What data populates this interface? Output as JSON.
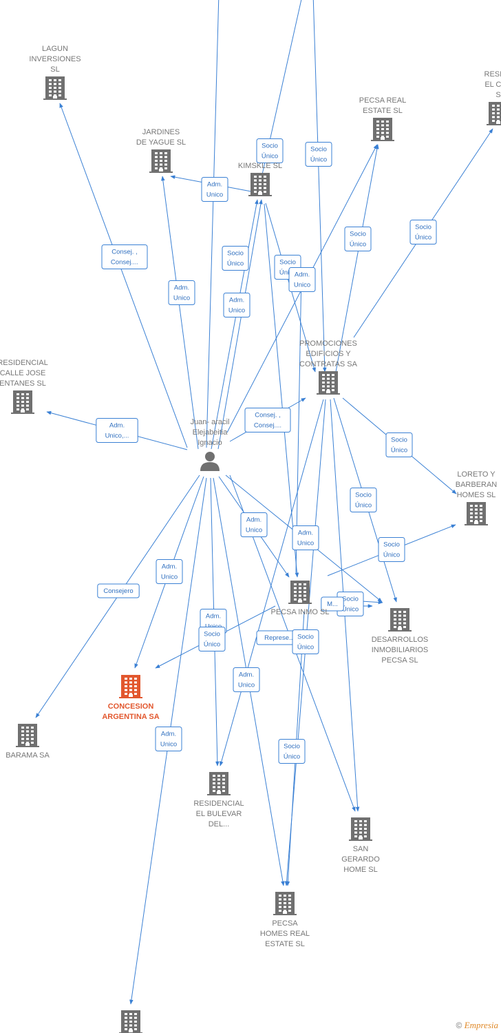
{
  "colors": {
    "edge": "#3a80d4",
    "node": "#707070",
    "focus": "#e2572e",
    "label": "#777777"
  },
  "footer": {
    "symbol": "©",
    "brand": "Empresia"
  },
  "nodes": [
    {
      "id": "lagun",
      "type": "building-icon",
      "lines": [
        "LAGUN",
        "INVERSIONES",
        "SL"
      ]
    },
    {
      "id": "jardines",
      "type": "building-icon",
      "lines": [
        "JARDINES",
        "DE YAGUE  SL"
      ]
    },
    {
      "id": "kimskle",
      "type": "building-icon",
      "lines": [
        "KIMSKLE  SL"
      ]
    },
    {
      "id": "pecsa_real",
      "type": "building-icon",
      "lines": [
        "PECSA REAL",
        "ESTATE  SL"
      ]
    },
    {
      "id": "resid_can",
      "type": "building-icon",
      "lines": [
        "RESIDE",
        "EL CAN",
        "S"
      ]
    },
    {
      "id": "resid_jose",
      "type": "building-icon",
      "lines": [
        "RESIDENCIAL",
        "CALLE JOSE",
        "ENTANES  SL"
      ]
    },
    {
      "id": "promociones",
      "type": "building-icon",
      "lines": [
        "PROMOCIONES",
        "EDIFICIOS Y",
        "CONTRATAS SA"
      ]
    },
    {
      "id": "person",
      "type": "person-icon",
      "lines": [
        "Juan- aracil",
        "Elejabeitia",
        "Ignacio"
      ]
    },
    {
      "id": "loreto",
      "type": "building-icon",
      "lines": [
        "LORETO Y",
        "BARBERAN",
        "HOMES  SL"
      ]
    },
    {
      "id": "pecsa_inmo",
      "type": "building-icon",
      "lines": [
        "PECSA INMO  SL"
      ]
    },
    {
      "id": "desarrollos",
      "type": "building-icon",
      "lines": [
        "DESARROLLOS",
        "INMOBILIARIOS",
        "PECSA  SL"
      ]
    },
    {
      "id": "concesion",
      "type": "building-icon",
      "lines": [
        "CONCESION",
        "ARGENTINA SA"
      ],
      "focus": true
    },
    {
      "id": "barama",
      "type": "building-icon",
      "lines": [
        "BARAMA SA"
      ]
    },
    {
      "id": "bulevar",
      "type": "building-icon",
      "lines": [
        "RESIDENCIAL",
        "EL BULEVAR",
        "DEL..."
      ]
    },
    {
      "id": "san_gerardo",
      "type": "building-icon",
      "lines": [
        "SAN",
        "GERARDO",
        "HOME  SL"
      ]
    },
    {
      "id": "pecsa_homes",
      "type": "building-icon",
      "lines": [
        "PECSA",
        "HOMES REAL",
        "ESTATE  SL"
      ]
    },
    {
      "id": "bottom",
      "type": "building-icon",
      "lines": []
    }
  ],
  "edges": [
    {
      "from": "person",
      "to": "lagun",
      "label": [
        "Consej. ,",
        "Consej...."
      ]
    },
    {
      "from": "person",
      "to": "jardines",
      "label": [
        "Adm.",
        "Unico"
      ]
    },
    {
      "from": "person",
      "to": "kimskle",
      "label": [
        "Adm.",
        "Unico"
      ]
    },
    {
      "from": "person",
      "to": "kimskle",
      "label": [
        "Adm.",
        "Unico"
      ]
    },
    {
      "from": "person",
      "to": "resid_jose",
      "label": [
        "Adm.",
        "Unico,..."
      ]
    },
    {
      "from": "person",
      "to": "promociones",
      "label": [
        "Consej. ,",
        "Consej...."
      ]
    },
    {
      "from": "person",
      "to": "pecsa_real",
      "label": []
    },
    {
      "from": "person",
      "to": "top-offscreen",
      "label": [
        "Adm.",
        "Unico"
      ]
    },
    {
      "from": "person",
      "to": "barama",
      "label": [
        "Consejero"
      ]
    },
    {
      "from": "person",
      "to": "concesion",
      "label": [
        "Adm.",
        "Unico"
      ]
    },
    {
      "from": "person",
      "to": "bottom",
      "label": [
        "Adm.",
        "Unico"
      ]
    },
    {
      "from": "person",
      "to": "bulevar",
      "label": [
        "Adm.",
        "Unico"
      ]
    },
    {
      "from": "person",
      "to": "pecsa_inmo",
      "label": [
        "Adm.",
        "Unico"
      ]
    },
    {
      "from": "person",
      "to": "desarrollos",
      "label": [
        "Adm.",
        "Unico"
      ]
    },
    {
      "from": "person",
      "to": "pecsa_homes",
      "label": [
        "Adm.",
        "Unico"
      ]
    },
    {
      "from": "person",
      "to": "san_gerardo",
      "label": [
        "Represe..."
      ]
    },
    {
      "from": "kimskle",
      "to": "jardines",
      "label": [
        "Socio",
        "Único"
      ]
    },
    {
      "from": "top-offscreen",
      "to": "kimskle",
      "label": [
        "Socio",
        "Único"
      ]
    },
    {
      "from": "kimskle",
      "to": "promociones",
      "label": [
        "Socio",
        "Único"
      ]
    },
    {
      "from": "kimskle",
      "to": "pecsa_inmo",
      "label": [
        "Socio",
        "Único"
      ]
    },
    {
      "from": "top-offscreen",
      "to": "promociones",
      "label": [
        "Socio",
        "Único"
      ]
    },
    {
      "from": "promociones",
      "to": "pecsa_real",
      "label": [
        "Socio",
        "Único"
      ]
    },
    {
      "from": "promociones",
      "to": "resid_can",
      "label": [
        "Socio",
        "Único"
      ]
    },
    {
      "from": "promociones",
      "to": "loreto",
      "label": [
        "Socio",
        "Único"
      ]
    },
    {
      "from": "promociones",
      "to": "desarrollos",
      "label": [
        "Socio",
        "Único"
      ]
    },
    {
      "from": "promociones",
      "to": "san_gerardo",
      "label": [
        "Socio",
        "Único"
      ]
    },
    {
      "from": "promociones",
      "to": "pecsa_homes",
      "label": [
        "Socio",
        "Único"
      ]
    },
    {
      "from": "promociones",
      "to": "bulevar",
      "label": []
    },
    {
      "from": "pecsa_inmo",
      "to": "loreto",
      "label": [
        "Socio",
        "Único"
      ]
    },
    {
      "from": "pecsa_inmo",
      "to": "desarrollos",
      "label": [
        "Socio",
        "Único"
      ]
    },
    {
      "from": "pecsa_inmo",
      "to": "concesion",
      "label": [
        "Socio",
        "Único"
      ]
    },
    {
      "from": "pecsa_inmo",
      "to": "pecsa_homes",
      "label": [
        "Socio",
        "Único"
      ]
    },
    {
      "from": "pecsa_inmo",
      "to": "kimskle",
      "label": [
        "Adm.",
        "Unico"
      ]
    },
    {
      "from": "pecsa_inmo",
      "to": "desarrollos",
      "label": [
        "M..."
      ]
    }
  ]
}
